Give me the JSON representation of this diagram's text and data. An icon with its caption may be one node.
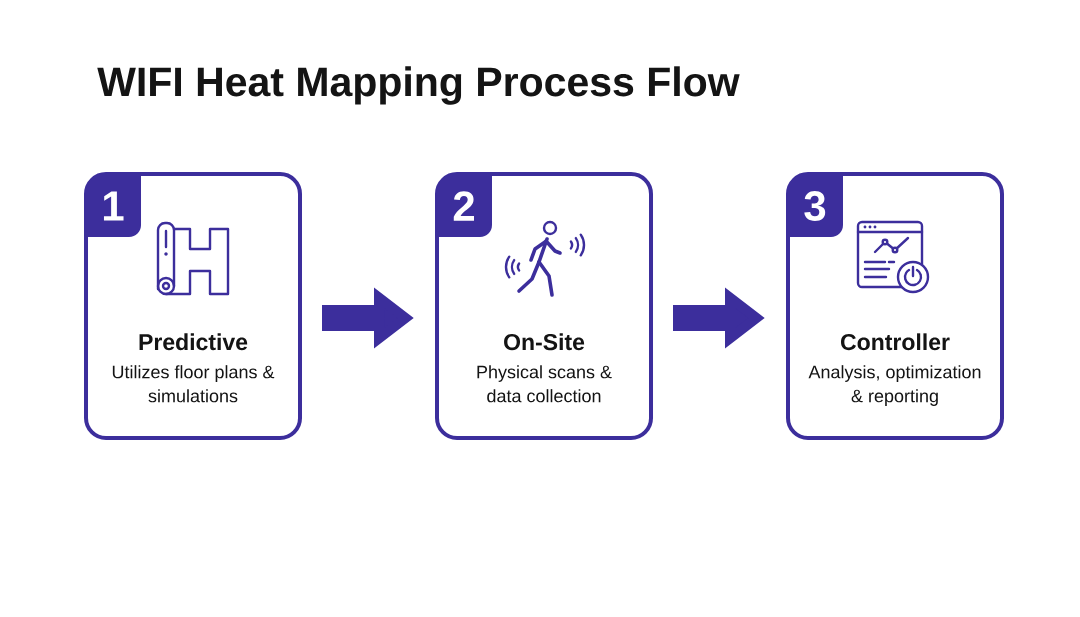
{
  "diagram": {
    "title": "WIFI Heat Mapping Process Flow",
    "nodes": [
      {
        "text": [
          "Predictive",
          "Utilizes floor plans & simulations"
        ]
      },
      {
        "text": [
          "1"
        ],
        "in": 0
      },
      {
        "text": [
          "On-Site",
          "Physical scans & data collection"
        ]
      },
      {
        "text": [
          "2"
        ],
        "in": 2
      },
      {
        "text": [
          "Controller",
          "Analysis, optimization & reporting"
        ]
      },
      {
        "text": [
          "3"
        ],
        "in": 4
      }
    ],
    "edges": [
      {
        "from": 0,
        "to": 2,
        "arrow": "to"
      },
      {
        "from": 2,
        "to": 4,
        "arrow": "to"
      }
    ]
  }
}
